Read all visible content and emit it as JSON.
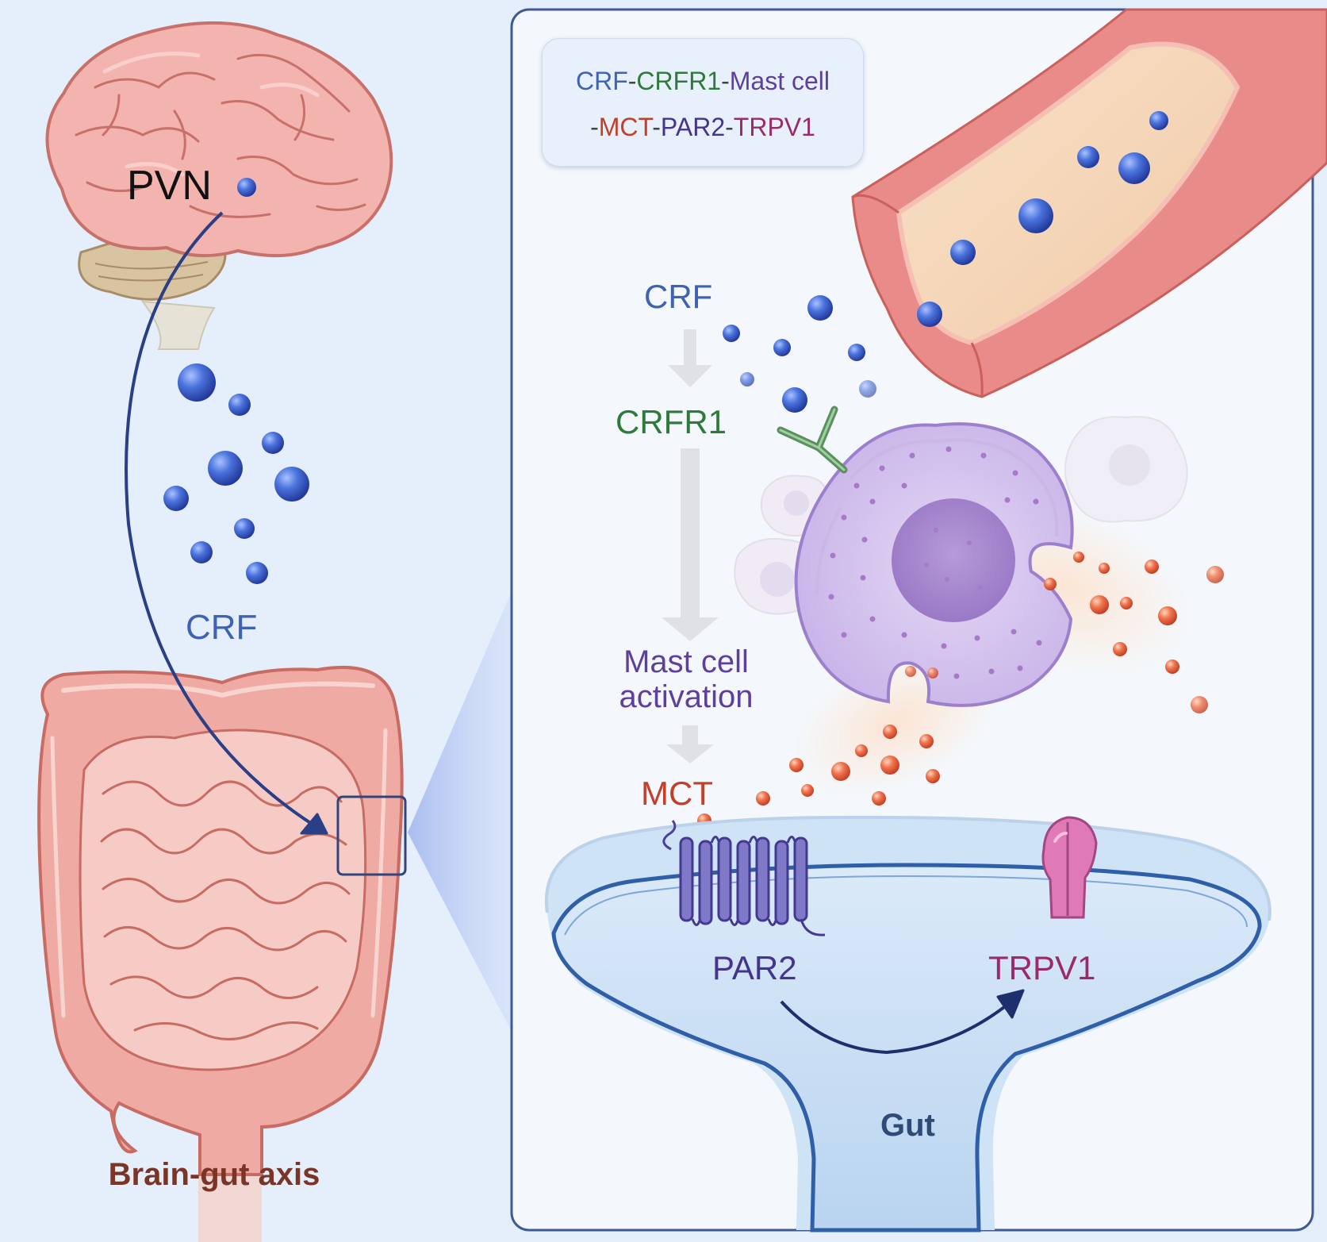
{
  "brain": {
    "region_label": "PVN"
  },
  "signal": {
    "molecule_label": "CRF"
  },
  "caption": "Brain-gut axis",
  "legend": {
    "line1": [
      {
        "text": "CRF",
        "color": "#3f63b4"
      },
      {
        "text": "-",
        "color": "#444444"
      },
      {
        "text": "CRFR1",
        "color": "#2d7a3a"
      },
      {
        "text": "-",
        "color": "#444444"
      },
      {
        "text": "Mast cell",
        "color": "#5d3f9c"
      }
    ],
    "line2": [
      {
        "text": "-",
        "color": "#444444"
      },
      {
        "text": "MCT",
        "color": "#c2402a"
      },
      {
        "text": "-",
        "color": "#444444"
      },
      {
        "text": "PAR2",
        "color": "#43348e"
      },
      {
        "text": "-",
        "color": "#444444"
      },
      {
        "text": "TRPV1",
        "color": "#9b2a6d"
      }
    ]
  },
  "pathway": {
    "steps": [
      "CRF",
      "CRFR1",
      "Mast cell activation",
      "MCT"
    ]
  },
  "receptors": {
    "par2": "PAR2",
    "trpv1": "TRPV1"
  },
  "tissue_label": "Gut",
  "colors": {
    "crf": "#3f63b4",
    "crfr1": "#2d7a3a",
    "mast_cell": "#5d3f9c",
    "mct": "#c2402a",
    "par2": "#43348e",
    "trpv1": "#9b2a6d",
    "brain": "#f2a9a6",
    "intestine": "#f0a9a3",
    "vessel": "#e98b88",
    "gut_cell": "#bcd8f4"
  }
}
